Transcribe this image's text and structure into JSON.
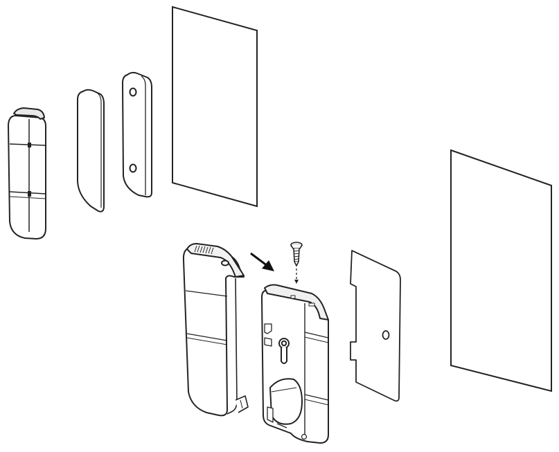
{
  "diagram": {
    "type": "exploded-assembly",
    "colors": {
      "stroke": "#222222",
      "fill": "#ffffff",
      "arrow": "#111111"
    },
    "groups": [
      {
        "name": "top-assembly",
        "parts": [
          "sensor-body",
          "adhesive-pad",
          "magnet-housing",
          "mounting-surface-panel"
        ]
      },
      {
        "name": "bottom-assembly",
        "parts": [
          "front-cover",
          "mounting-screw",
          "base-plate",
          "adhesive-tape",
          "wall-panel"
        ]
      }
    ],
    "indicators": [
      "direction-arrow",
      "screw-insertion-guide"
    ]
  }
}
